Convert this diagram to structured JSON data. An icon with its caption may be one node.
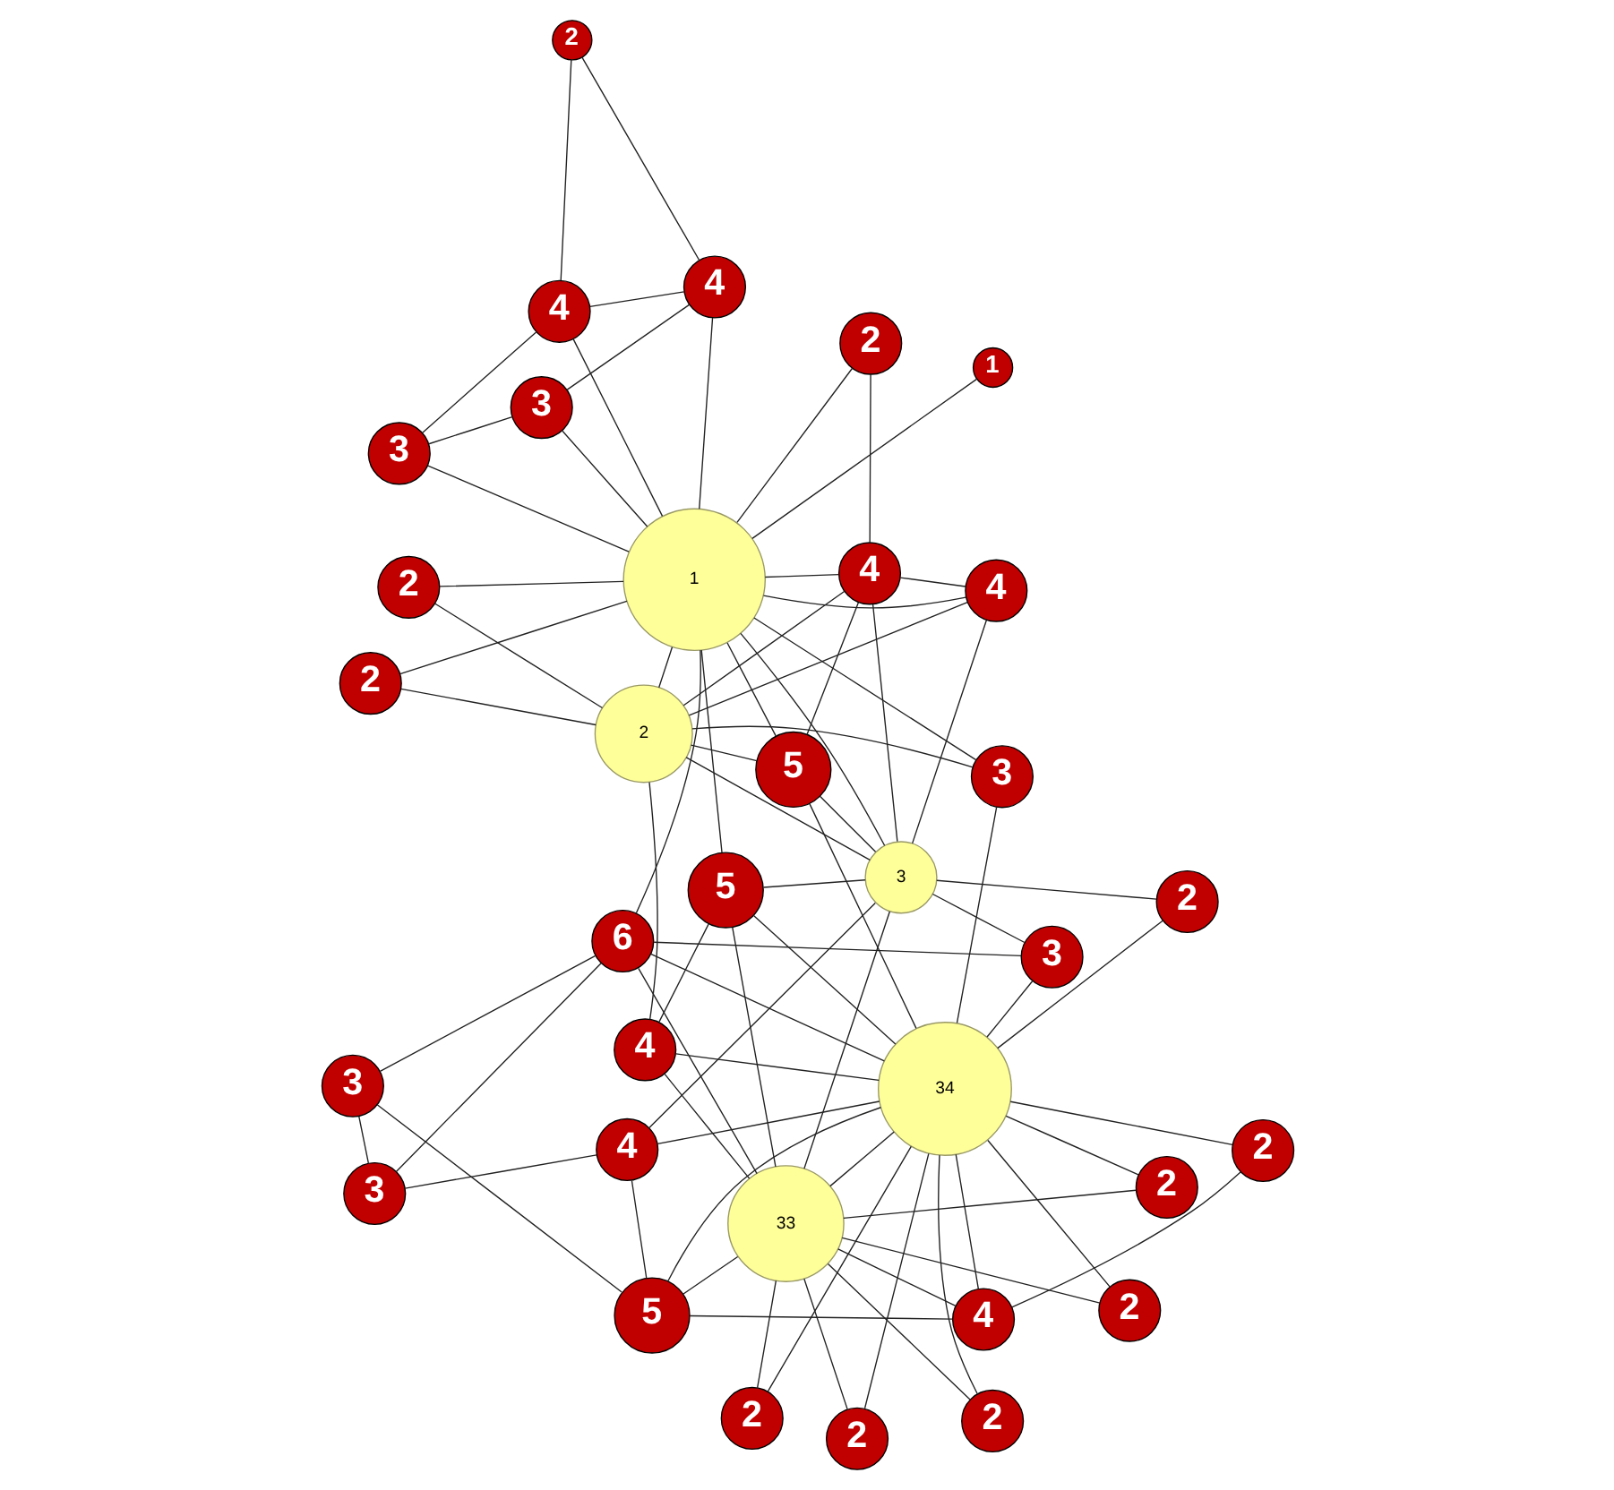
{
  "diagram": {
    "nodes": [
      {
        "text": [
          "3"
        ]
      },
      {
        "text": [
          "3"
        ]
      },
      {
        "text": [
          "2"
        ]
      },
      {
        "text": [
          "2"
        ]
      },
      {
        "text": [
          "5"
        ]
      },
      {
        "text": [
          "4"
        ]
      },
      {
        "text": [
          "6"
        ]
      },
      {
        "text": [
          "3"
        ]
      },
      {
        "text": [
          "2"
        ]
      },
      {
        "text": [
          "2"
        ]
      },
      {
        "text": [
          "34"
        ]
      },
      {
        "text": [
          "33"
        ]
      },
      {
        "text": [
          "2"
        ]
      },
      {
        "text": [
          "3"
        ]
      },
      {
        "text": [
          "4"
        ]
      },
      {
        "text": [
          "1"
        ]
      },
      {
        "text": [
          "2"
        ]
      },
      {
        "text": [
          "3"
        ]
      },
      {
        "text": [
          "3"
        ]
      },
      {
        "text": [
          "5"
        ]
      },
      {
        "text": [
          "4"
        ]
      },
      {
        "text": [
          "3"
        ]
      },
      {
        "text": [
          "1"
        ]
      },
      {
        "text": [
          "2"
        ]
      },
      {
        "text": [
          "2"
        ]
      },
      {
        "text": [
          "5"
        ]
      },
      {
        "text": [
          "4"
        ]
      },
      {
        "text": [
          "4"
        ]
      },
      {
        "text": [
          "2"
        ]
      },
      {
        "text": [
          "4"
        ]
      },
      {
        "text": [
          "2"
        ]
      },
      {
        "text": [
          "2"
        ]
      },
      {
        "text": [
          "2"
        ]
      },
      {
        "text": [
          "4"
        ]
      }
    ],
    "edges": [
      {
        "from": 22,
        "to": 24,
        "arrow": "none"
      },
      {
        "from": 22,
        "to": 17,
        "arrow": "none"
      },
      {
        "from": 22,
        "to": 33,
        "arrow": "none"
      },
      {
        "from": 22,
        "to": 18,
        "arrow": "none"
      },
      {
        "from": 22,
        "to": 26,
        "arrow": "none"
      },
      {
        "from": 22,
        "to": 27,
        "arrow": "none"
      },
      {
        "from": 22,
        "to": 29,
        "arrow": "none"
      },
      {
        "from": 22,
        "to": 19,
        "arrow": "none"
      },
      {
        "from": 22,
        "to": 21,
        "arrow": "none"
      },
      {
        "from": 22,
        "to": 15,
        "arrow": "none"
      },
      {
        "from": 22,
        "to": 31,
        "arrow": "none"
      },
      {
        "from": 22,
        "to": 25,
        "arrow": "none"
      },
      {
        "from": 22,
        "to": 28,
        "arrow": "none"
      },
      {
        "from": 22,
        "to": 13,
        "arrow": "none"
      },
      {
        "from": 22,
        "to": 32,
        "arrow": "none"
      },
      {
        "from": 22,
        "to": 6,
        "arrow": "none"
      },
      {
        "from": 24,
        "to": 17,
        "arrow": "none"
      },
      {
        "from": 24,
        "to": 33,
        "arrow": "none"
      },
      {
        "from": 24,
        "to": 29,
        "arrow": "none"
      },
      {
        "from": 24,
        "to": 25,
        "arrow": "none"
      },
      {
        "from": 24,
        "to": 28,
        "arrow": "none"
      },
      {
        "from": 24,
        "to": 13,
        "arrow": "none"
      },
      {
        "from": 24,
        "to": 32,
        "arrow": "none"
      },
      {
        "from": 24,
        "to": 20,
        "arrow": "none"
      },
      {
        "from": 17,
        "to": 33,
        "arrow": "none"
      },
      {
        "from": 17,
        "to": 29,
        "arrow": "none"
      },
      {
        "from": 17,
        "to": 19,
        "arrow": "none"
      },
      {
        "from": 17,
        "to": 12,
        "arrow": "none"
      },
      {
        "from": 17,
        "to": 25,
        "arrow": "none"
      },
      {
        "from": 17,
        "to": 5,
        "arrow": "none"
      },
      {
        "from": 17,
        "to": 7,
        "arrow": "none"
      },
      {
        "from": 17,
        "to": 11,
        "arrow": "none"
      },
      {
        "from": 33,
        "to": 29,
        "arrow": "none"
      },
      {
        "from": 33,
        "to": 31,
        "arrow": "none"
      },
      {
        "from": 33,
        "to": 25,
        "arrow": "none"
      },
      {
        "from": 18,
        "to": 27,
        "arrow": "none"
      },
      {
        "from": 18,
        "to": 21,
        "arrow": "none"
      },
      {
        "from": 26,
        "to": 27,
        "arrow": "none"
      },
      {
        "from": 26,
        "to": 21,
        "arrow": "none"
      },
      {
        "from": 26,
        "to": 30,
        "arrow": "none"
      },
      {
        "from": 27,
        "to": 30,
        "arrow": "none"
      },
      {
        "from": 19,
        "to": 20,
        "arrow": "none"
      },
      {
        "from": 19,
        "to": 11,
        "arrow": "none"
      },
      {
        "from": 19,
        "to": 10,
        "arrow": "none"
      },
      {
        "from": 12,
        "to": 10,
        "arrow": "none"
      },
      {
        "from": 25,
        "to": 10,
        "arrow": "none"
      },
      {
        "from": 3,
        "to": 11,
        "arrow": "none"
      },
      {
        "from": 3,
        "to": 10,
        "arrow": "none"
      },
      {
        "from": 2,
        "to": 11,
        "arrow": "none"
      },
      {
        "from": 2,
        "to": 10,
        "arrow": "none"
      },
      {
        "from": 8,
        "to": 11,
        "arrow": "none"
      },
      {
        "from": 8,
        "to": 10,
        "arrow": "none"
      },
      {
        "from": 13,
        "to": 10,
        "arrow": "none"
      },
      {
        "from": 9,
        "to": 11,
        "arrow": "none"
      },
      {
        "from": 9,
        "to": 10,
        "arrow": "none"
      },
      {
        "from": 16,
        "to": 11,
        "arrow": "none"
      },
      {
        "from": 16,
        "to": 10,
        "arrow": "none"
      },
      {
        "from": 4,
        "to": 0,
        "arrow": "none"
      },
      {
        "from": 4,
        "to": 5,
        "arrow": "none"
      },
      {
        "from": 4,
        "to": 14,
        "arrow": "none"
      },
      {
        "from": 4,
        "to": 11,
        "arrow": "none"
      },
      {
        "from": 4,
        "to": 10,
        "arrow": "none"
      },
      {
        "from": 1,
        "to": 0,
        "arrow": "none"
      },
      {
        "from": 1,
        "to": 5,
        "arrow": "none"
      },
      {
        "from": 1,
        "to": 6,
        "arrow": "none"
      },
      {
        "from": 0,
        "to": 6,
        "arrow": "none"
      },
      {
        "from": 23,
        "to": 14,
        "arrow": "none"
      },
      {
        "from": 23,
        "to": 10,
        "arrow": "none"
      },
      {
        "from": 5,
        "to": 10,
        "arrow": "none"
      },
      {
        "from": 7,
        "to": 6,
        "arrow": "none"
      },
      {
        "from": 7,
        "to": 10,
        "arrow": "none"
      },
      {
        "from": 14,
        "to": 11,
        "arrow": "none"
      },
      {
        "from": 14,
        "to": 10,
        "arrow": "none"
      },
      {
        "from": 20,
        "to": 11,
        "arrow": "none"
      },
      {
        "from": 20,
        "to": 10,
        "arrow": "none"
      },
      {
        "from": 6,
        "to": 11,
        "arrow": "none"
      },
      {
        "from": 6,
        "to": 10,
        "arrow": "none"
      },
      {
        "from": 11,
        "to": 10,
        "arrow": "none"
      }
    ]
  }
}
